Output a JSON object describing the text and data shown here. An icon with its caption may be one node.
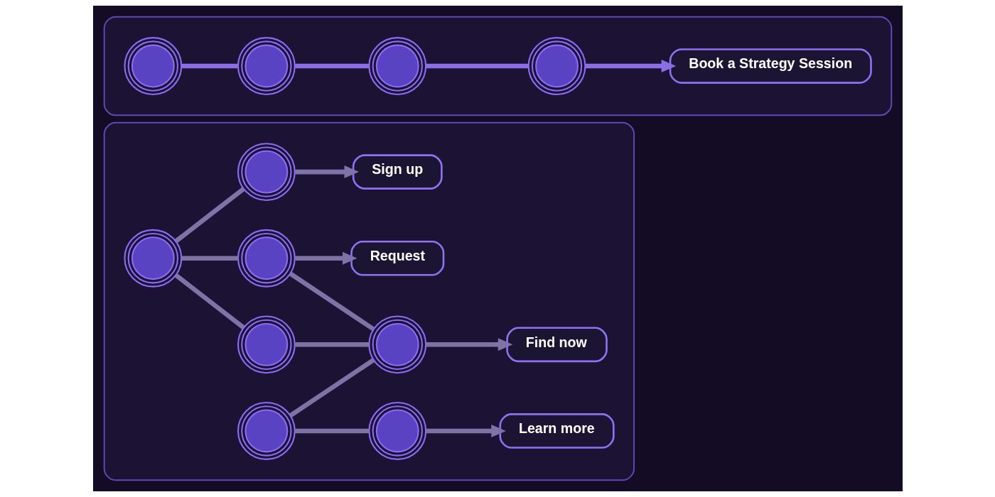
{
  "diagram": {
    "nodes": [
      {
        "text": [],
        "shape": "box"
      },
      {
        "text": [],
        "shape": "circle",
        "in": 0
      },
      {
        "text": [
          "Learn more"
        ],
        "in": 0
      },
      {
        "text": [],
        "shape": "circle",
        "in": 0
      },
      {
        "text": [
          "Sign up"
        ],
        "in": 0
      },
      {
        "text": [],
        "shape": "circle",
        "in": 0
      },
      {
        "text": [],
        "shape": "circle",
        "in": 0
      },
      {
        "text": [],
        "shape": "circle",
        "in": 0
      },
      {
        "text": [
          "Request"
        ],
        "in": 0
      },
      {
        "text": [],
        "shape": "circle",
        "in": 0
      },
      {
        "text": [],
        "shape": "circle",
        "in": 0
      },
      {
        "text": [
          "Find now"
        ],
        "in": 0
      },
      {
        "text": [],
        "shape": "box"
      },
      {
        "text": [],
        "shape": "circle",
        "in": 12
      },
      {
        "text": [],
        "shape": "circle",
        "in": 12
      },
      {
        "text": [],
        "shape": "circle",
        "in": 12
      },
      {
        "text": [],
        "shape": "circle",
        "in": 12
      },
      {
        "text": [
          "Book a Strategy Session"
        ],
        "in": 12
      }
    ],
    "edges": [
      {
        "from": 5,
        "to": 3,
        "arrow": "none"
      },
      {
        "from": 5,
        "to": 7,
        "arrow": "none"
      },
      {
        "from": 5,
        "to": 9,
        "arrow": "none"
      },
      {
        "from": 3,
        "to": 4,
        "arrow": "to"
      },
      {
        "from": 6,
        "to": 1,
        "arrow": "none"
      },
      {
        "from": 1,
        "to": 2,
        "arrow": "to"
      },
      {
        "from": 6,
        "to": 10,
        "arrow": "none"
      },
      {
        "from": 9,
        "to": 10,
        "arrow": "none"
      },
      {
        "from": 7,
        "to": 10,
        "arrow": "none"
      },
      {
        "from": 7,
        "to": 8,
        "arrow": "to"
      },
      {
        "from": 10,
        "to": 11,
        "arrow": "to"
      },
      {
        "from": 13,
        "to": 14,
        "arrow": "none",
        "color": "#8b6ee6"
      },
      {
        "from": 14,
        "to": 15,
        "arrow": "none",
        "color": "#8b6ee6"
      },
      {
        "from": 15,
        "to": 16,
        "arrow": "none",
        "color": "#8b6ee6"
      },
      {
        "from": 16,
        "to": 17,
        "arrow": "to",
        "color": "#8b6ee6"
      }
    ]
  }
}
